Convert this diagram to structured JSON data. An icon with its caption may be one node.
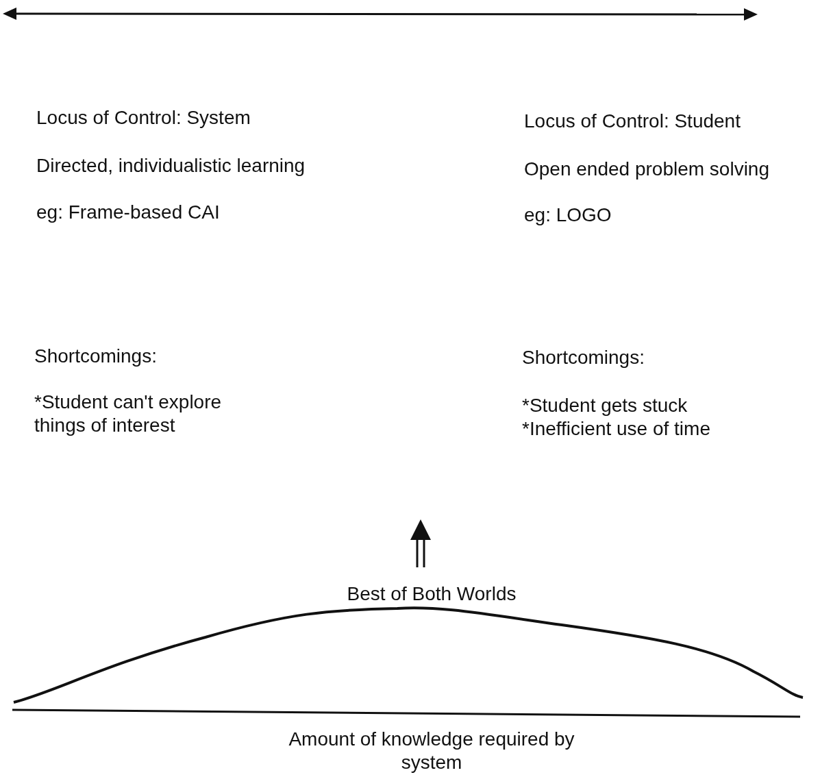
{
  "diagram": {
    "labels": [
      "Locus of Control: System",
      "Locus of Control: Student",
      "Directed, individualistic learning",
      "Open ended problem solving",
      "eg: Frame-based CAI",
      "eg: LOGO",
      "Shortcomings:",
      "Shortcomings:",
      "*Student can't explore things of interest",
      "*Student gets stuck",
      "*Inefficient use of time",
      "Best of Both Worlds",
      "Amount of knowledge required by system"
    ]
  }
}
